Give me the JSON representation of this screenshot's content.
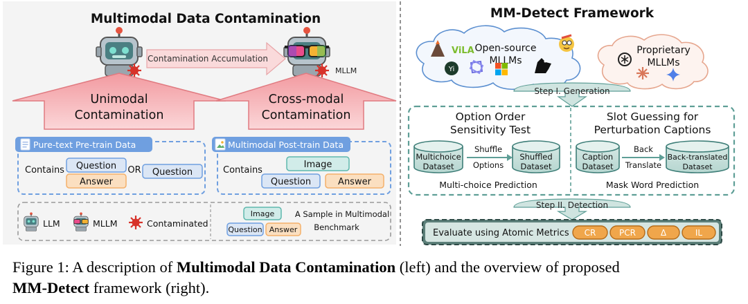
{
  "left": {
    "title": "Multimodal Data Contamination",
    "accumulation": "Contamination Accumulation",
    "mllm_tag": "MLLM",
    "unimodal": [
      "Unimodal",
      "Contamination"
    ],
    "crossmodal": [
      "Cross-modal",
      "Contamination"
    ],
    "pure_text": {
      "header": "Pure-text Pre-train Data",
      "contains": "Contains",
      "question_a": "Question",
      "answer": "Answer",
      "or": "OR",
      "question_b": "Question"
    },
    "multimodal": {
      "header": "Multimodal Post-train Data",
      "contains": "Contains",
      "image": "Image",
      "question": "Question",
      "answer": "Answer"
    },
    "legend": {
      "llm": "LLM",
      "mllm": "MLLM",
      "contaminated": "Contaminated",
      "image": "Image",
      "question": "Question",
      "answer": "Answer",
      "sample_line1": "A Sample in Multimodal",
      "sample_line2": "Benchmark"
    }
  },
  "right": {
    "title": "MM-Detect Framework",
    "open_source": [
      "Open-source",
      "MLLMs"
    ],
    "vila": "ViLA",
    "proprietary": [
      "Proprietary",
      "MLLMs"
    ],
    "step1": "Step I. Generation",
    "option": {
      "title": [
        "Option Order",
        "Sensitivity Test"
      ],
      "db1": [
        "Multichoice",
        "Dataset"
      ],
      "arrow": [
        "Shuffle",
        "Options"
      ],
      "db2": [
        "Shuffled",
        "Dataset"
      ],
      "prediction": "Multi-choice Prediction"
    },
    "slot": {
      "title": [
        "Slot Guessing for",
        "Perturbation Captions"
      ],
      "db1": [
        "Caption",
        "Dataset"
      ],
      "arrow": [
        "Back",
        "Translate"
      ],
      "db2": [
        "Back-translated",
        "Dataset"
      ],
      "prediction": "Mask Word Prediction"
    },
    "step2": "Step II. Detection",
    "evaluate": "Evaluate using Atomic Metrics",
    "metrics": [
      "CR",
      "PCR",
      "Δ",
      "IL"
    ]
  },
  "caption": {
    "prefix": "Figure 1: A description of ",
    "bold1": "Multimodal Data Contamination",
    "middle": " (left) and the overview of proposed",
    "bold2": "MM-Detect",
    "suffix": " framework (right)."
  },
  "colors": {
    "teal": "#5e9e96",
    "teal_light": "#cfe4e0",
    "red_arrow": "#f5a0a4",
    "blue_dash": "#6f9fe0",
    "orange": "#f4b06a",
    "contaminated": "#d7322a"
  }
}
